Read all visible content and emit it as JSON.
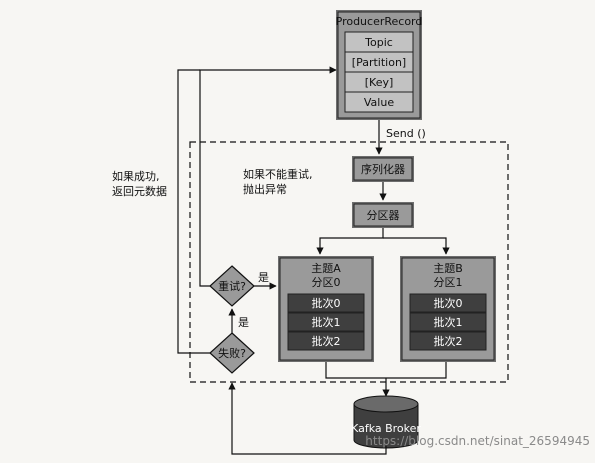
{
  "producer_record": {
    "title": "ProducerRecord",
    "fields": [
      "Topic",
      "[Partition]",
      "[Key]",
      "Value"
    ]
  },
  "send_label": "Send ()",
  "serializer_label": "序列化器",
  "partitioner_label": "分区器",
  "topic_a": {
    "topic": "主题A",
    "partition": "分区0",
    "batches": [
      "批次0",
      "批次1",
      "批次2"
    ]
  },
  "topic_b": {
    "topic": "主题B",
    "partition": "分区1",
    "batches": [
      "批次0",
      "批次1",
      "批次2"
    ]
  },
  "retry_label": "重试?",
  "fail_label": "失败?",
  "yes_label_1": "是",
  "yes_label_2": "是",
  "success_note_line1": "如果成功,",
  "success_note_line2": "返回元数据",
  "error_note_line1": "如果不能重试,",
  "error_note_line2": "抛出异常",
  "broker_label": "Kafka Broker",
  "watermark": "https://blog.csdn.net/sinat_26594945",
  "colors": {
    "box_fill": "#9a9a9a",
    "field_fill": "#c2c2c2",
    "batch_fill": "#3f3f3f",
    "line": "#111111"
  }
}
